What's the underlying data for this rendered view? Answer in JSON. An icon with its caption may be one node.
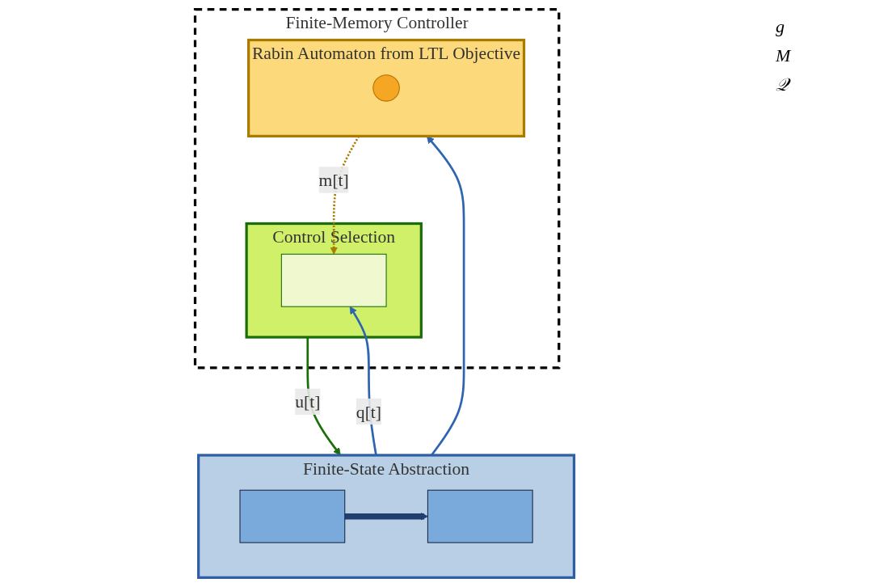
{
  "diagram": {
    "nodes": [
      {
        "text": [
          "Finite-State Abstraction"
        ]
      },
      {
        "text": [],
        "shape": "box",
        "in": 0
      },
      {
        "text": [],
        "shape": "box",
        "in": 0
      },
      {
        "text": [
          "Finite-Memory Controller"
        ]
      },
      {
        "text": [
          "Control Selection"
        ],
        "in": 3
      },
      {
        "text": [],
        "shape": "box",
        "in": 4
      },
      {
        "text": [
          "Rabin Automaton from LTL Objective"
        ],
        "in": 3
      },
      {
        "text": [],
        "shape": "circle",
        "in": 6
      }
    ],
    "edges": [
      {
        "from": 1,
        "to": 2,
        "arrow": "to",
        "style": "thick",
        "color": "#1f3f6e"
      },
      {
        "from": 4,
        "to": 0,
        "arrow": "to",
        "label": "u[t]",
        "color": "#1a6e0a"
      },
      {
        "from": 0,
        "to": 5,
        "arrow": "to",
        "label": "q[t]",
        "color": "#2e64b0"
      },
      {
        "from": 0,
        "to": 6,
        "arrow": "to",
        "color": "#2e64b0"
      },
      {
        "from": 6,
        "to": 5,
        "arrow": "to",
        "label": "m[t]",
        "style": "dashed",
        "color": "#a87c00"
      }
    ],
    "labels": [
      "g",
      "M",
      "𝒬"
    ]
  }
}
